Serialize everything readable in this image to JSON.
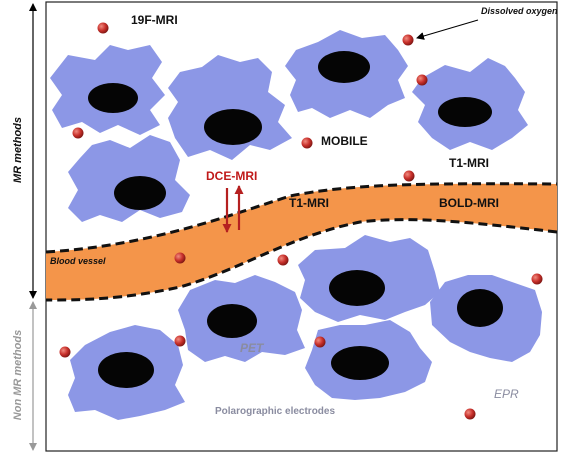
{
  "labels": {
    "f19_mri": "19F-MRI",
    "dissolved_oxygen": "Dissolved oxygen",
    "mobile": "MOBILE",
    "t1_mri_tissue": "T1-MRI",
    "dce_mri": "DCE-MRI",
    "t1_mri_vessel": "T1-MRI",
    "bold_mri": "BOLD-MRI",
    "blood_vessel": "Blood vessel",
    "pet": "PET",
    "epr": "EPR",
    "polarographic": "Polarographic electrodes"
  },
  "axis": {
    "mr_methods": "MR methods",
    "non_mr_methods": "Non MR methods"
  },
  "colors": {
    "cell_fill": "#8c97e6",
    "nucleus": "#050505",
    "vessel": "#f4954a",
    "oxygen_dot": "#c8302b",
    "dce_arrows": "#b52020",
    "dce_text": "#c01a1a",
    "pet_text": "#8a8ca0",
    "epr_text": "#8a8ca0",
    "polaro_text": "#8a8ca0",
    "non_mr_axis": "#999999"
  }
}
